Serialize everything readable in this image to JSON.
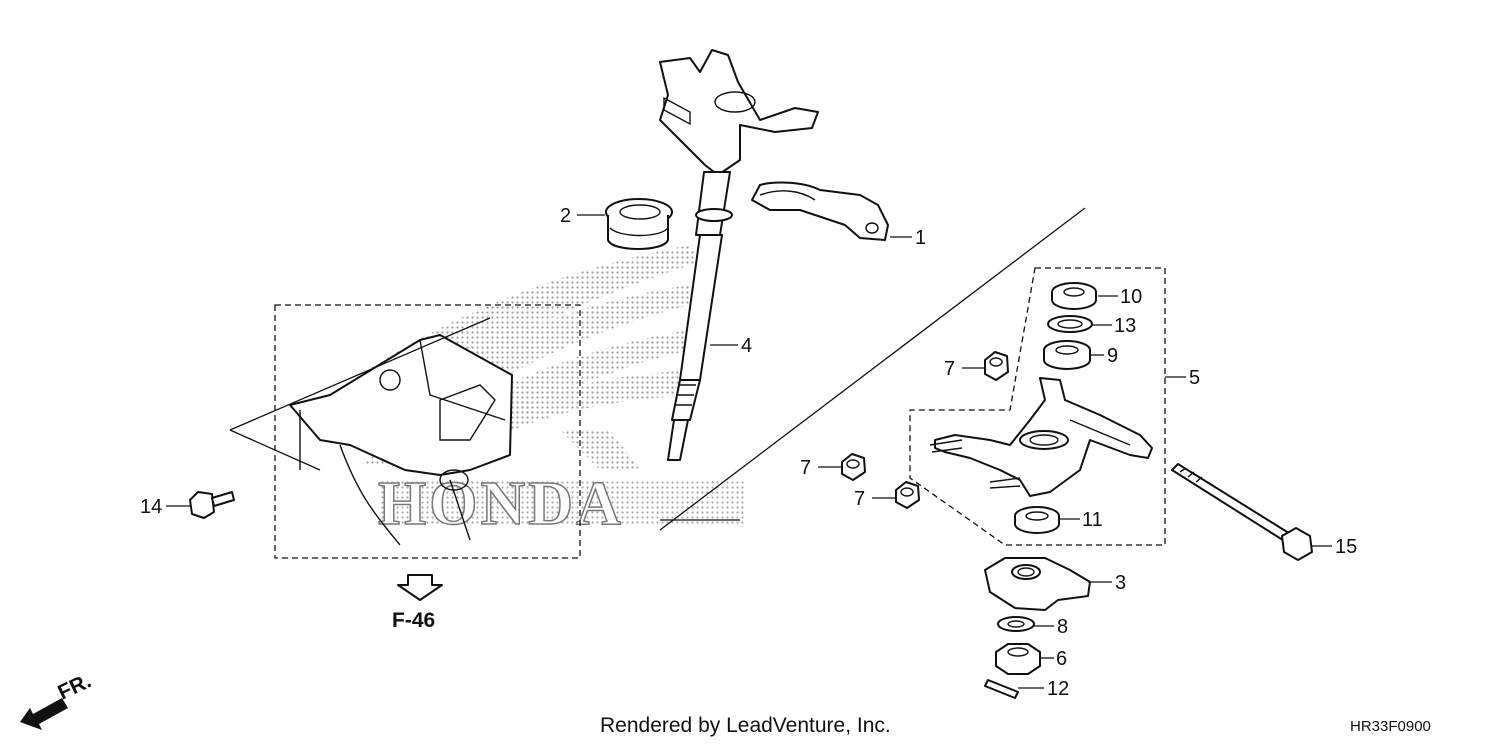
{
  "colors": {
    "ink": "#111111",
    "shade": "#c9c9c9",
    "paper": "#ffffff"
  },
  "diagram": {
    "callouts": {
      "c1": "1",
      "c2": "2",
      "c3": "3",
      "c4": "4",
      "c5": "5",
      "c6": "6",
      "c7a": "7",
      "c7b": "7",
      "c7c": "7",
      "c8": "8",
      "c9": "9",
      "c10": "10",
      "c11": "11",
      "c12": "12",
      "c13": "13",
      "c14": "14",
      "c15": "15"
    },
    "reference": "F-46",
    "direction": "FR.",
    "watermark": "HONDA",
    "footer": "Rendered by LeadVenture, Inc.",
    "code": "HR33F0900"
  }
}
